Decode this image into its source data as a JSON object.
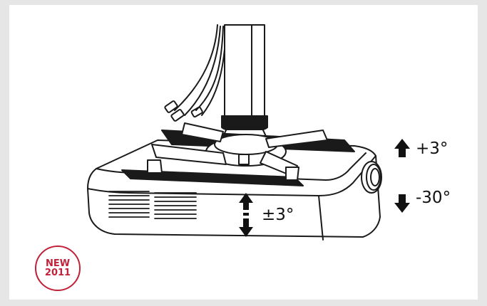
{
  "labels": {
    "tilt_up": "+3°",
    "tilt_down": "-30°",
    "swivel": "±3°"
  },
  "badge": {
    "line1": "NEW",
    "line2": "2011"
  },
  "colors": {
    "badge": "#c0223a",
    "ink": "#111111",
    "background": "#e6e6e6"
  }
}
